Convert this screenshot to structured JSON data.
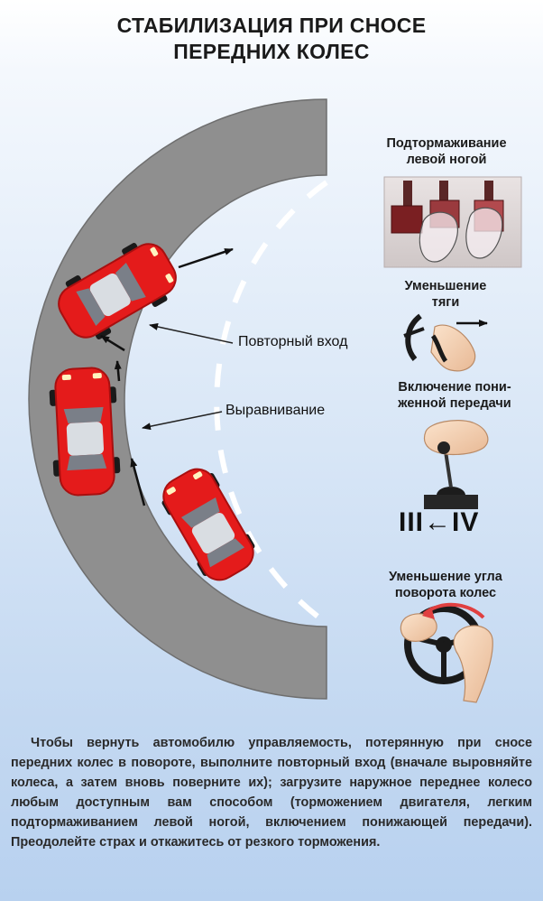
{
  "title": {
    "line1": "СТАБИЛИЗАЦИЯ ПРИ СНОСЕ",
    "line2": "ПЕРЕДНИХ КОЛЕС"
  },
  "road_labels": {
    "re_entry": "Повторный вход",
    "alignment": "Выравнивание"
  },
  "steps": [
    {
      "line1": "Подтормаживание",
      "line2": "левой ногой",
      "icon": "pedals-icon"
    },
    {
      "line1": "Уменьшение",
      "line2": "тяги",
      "icon": "accelerator-foot-icon"
    },
    {
      "line1": "Включение пони-",
      "line2": "женной передачи",
      "icon": "gear-shift-icon"
    },
    {
      "line1": "Уменьшение угла",
      "line2": "поворота колес",
      "icon": "steering-wheel-icon"
    }
  ],
  "gear_shift": {
    "from": "III",
    "to": "IV",
    "arrow": "←"
  },
  "description": "Чтобы вернуть автомобилю управляемость, потерянную при сносе передних колес в повороте, выполните повторный вход (вначале выровняйте колеса, а затем вновь поверните их); загрузите наружное переднее колесо любым доступным вам способом (торможением двигателя, легким подтормаживанием левой ногой, включением понижающей передачи). Преодолейте страх и откажитесь от резкого торможения.",
  "colors": {
    "road": "#8f8f8f",
    "road_edge": "#6e6e6e",
    "car": "#e41b1b",
    "car_dark": "#a80f0f",
    "background_top": "#ffffff",
    "background_bottom": "#b8d1ef"
  }
}
